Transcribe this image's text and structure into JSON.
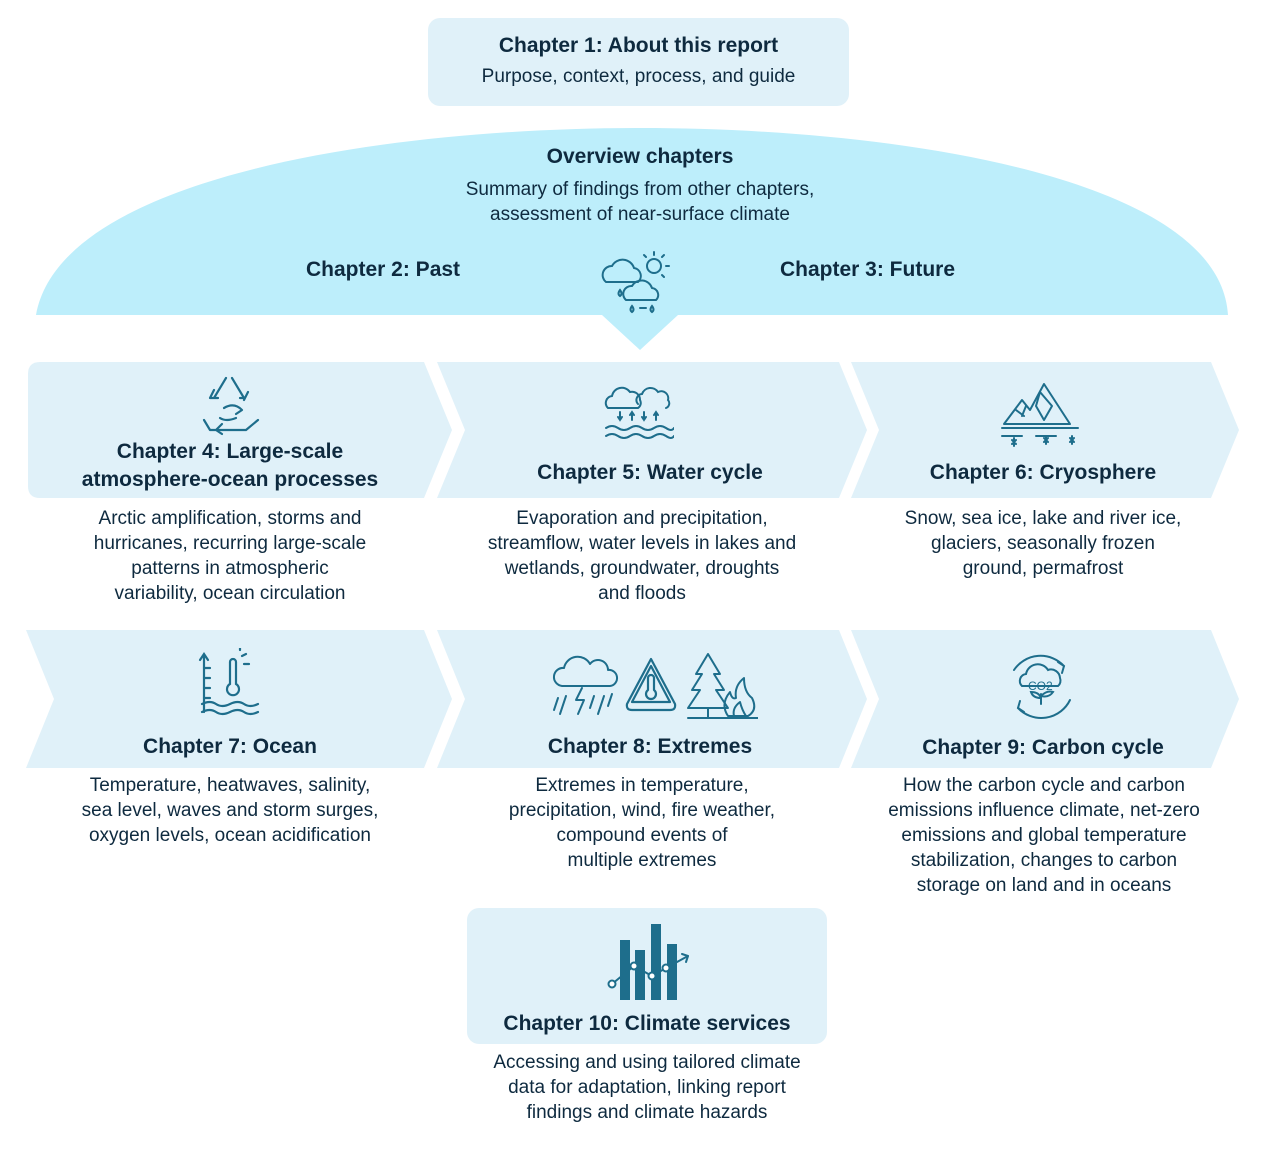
{
  "chapter1": {
    "title": "Chapter 1: About this report",
    "subtitle": "Purpose, context, process, and guide"
  },
  "overview": {
    "title": "Overview chapters",
    "line1": "Summary of findings from other chapters,",
    "line2": "assessment of near-surface climate",
    "past": "Chapter 2: Past",
    "future": "Chapter 3: Future"
  },
  "chapters": {
    "ch4": {
      "title_line1": "Chapter 4: Large-scale",
      "title_line2": "atmosphere-ocean processes",
      "desc": [
        "Arctic amplification, storms and",
        "hurricanes, recurring large-scale",
        "patterns in atmospheric",
        "variability, ocean circulation"
      ]
    },
    "ch5": {
      "title": "Chapter 5: Water cycle",
      "desc": [
        "Evaporation and precipitation,",
        "streamflow, water levels in lakes and",
        "wetlands, groundwater, droughts",
        "and floods"
      ]
    },
    "ch6": {
      "title": "Chapter 6: Cryosphere",
      "desc": [
        "Snow, sea ice, lake and river ice,",
        "glaciers, seasonally frozen",
        "ground, permafrost"
      ]
    },
    "ch7": {
      "title": "Chapter 7: Ocean",
      "desc": [
        "Temperature, heatwaves, salinity,",
        "sea level, waves and storm surges,",
        "oxygen levels, ocean acidification"
      ]
    },
    "ch8": {
      "title": "Chapter 8: Extremes",
      "desc": [
        "Extremes in temperature,",
        "precipitation, wind, fire weather,",
        "compound events of",
        "multiple extremes"
      ]
    },
    "ch9": {
      "title": "Chapter 9: Carbon cycle",
      "desc": [
        "How the carbon cycle and carbon",
        "emissions influence climate, net-zero",
        "emissions and global temperature",
        "stabilization, changes to carbon",
        "storage on land and in oceans"
      ]
    },
    "ch10": {
      "title": "Chapter 10: Climate services",
      "desc": [
        "Accessing and using tailored climate",
        "data for adaptation, linking report",
        "findings and climate hazards"
      ]
    }
  },
  "colors": {
    "dome": "#bdeefb",
    "box": "#e0f1f9",
    "icon": "#1e6e8c",
    "text": "#0e2a3f"
  },
  "icons": {
    "overview": "weather-icon",
    "ch4": "recycle-arrows-icon",
    "ch5": "water-cycle-icon",
    "ch6": "glacier-icon",
    "ch7": "ocean-thermometer-icon",
    "ch8": "storm-icon",
    "ch8b": "heat-warning-icon",
    "ch8c": "wildfire-icon",
    "ch9": "co2-cycle-icon",
    "ch10": "bar-chart-icon",
    "co2_label": "CO2"
  }
}
